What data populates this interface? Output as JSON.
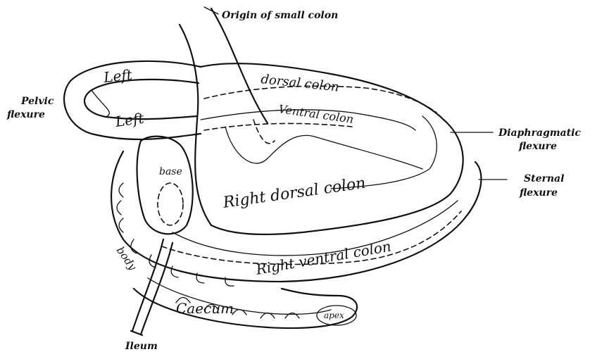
{
  "labels": {
    "origin_small_colon": "Origin of small colon",
    "pelvic_flexure_1": "Pelvic",
    "pelvic_flexure_2": "flexure",
    "diaphragmatic_flexure_1": "Diaphragmatic",
    "diaphragmatic_flexure_2": "flexure",
    "sternal_flexure_1": "Sternal",
    "sternal_flexure_2": "flexure",
    "ileum": "Ileum"
  },
  "handwritten": {
    "left_top": "Left",
    "dorsal_colon": "dorsal colon",
    "left_bottom": "Left",
    "ventral_colon": "Ventral colon",
    "base": "base",
    "right_dorsal_colon": "Right dorsal colon",
    "right_ventral_colon": "Right ventral colon",
    "body": "body",
    "caecum": "Caecum",
    "apex": "apex"
  }
}
